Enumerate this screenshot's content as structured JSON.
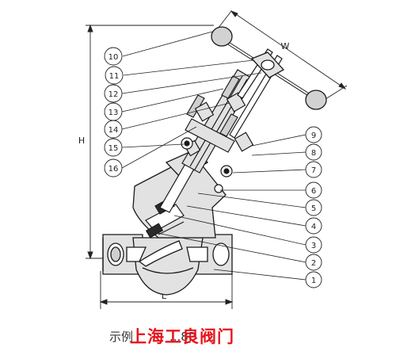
{
  "dimensions": {
    "height": "H",
    "width_handwheel": "W",
    "length": "L"
  },
  "callouts": [
    {
      "id": "1",
      "label": "1"
    },
    {
      "id": "2",
      "label": "2"
    },
    {
      "id": "3",
      "label": "3"
    },
    {
      "id": "4",
      "label": "4"
    },
    {
      "id": "5",
      "label": "5"
    },
    {
      "id": "6",
      "label": "6"
    },
    {
      "id": "7",
      "label": "7"
    },
    {
      "id": "8",
      "label": "8"
    },
    {
      "id": "9",
      "label": "9"
    },
    {
      "id": "10",
      "label": "10"
    },
    {
      "id": "11",
      "label": "11"
    },
    {
      "id": "12",
      "label": "12"
    },
    {
      "id": "13",
      "label": "13"
    },
    {
      "id": "14",
      "label": "14"
    },
    {
      "id": "15",
      "label": "15"
    },
    {
      "id": "16",
      "label": "16"
    }
  ],
  "caption": {
    "partial": "示例",
    "partial_model": "...8P",
    "brand": "上海工良阀门"
  },
  "colors": {
    "line": "#1a1a1a",
    "fill": "#e2e2e2",
    "brand": "#e8141c"
  }
}
